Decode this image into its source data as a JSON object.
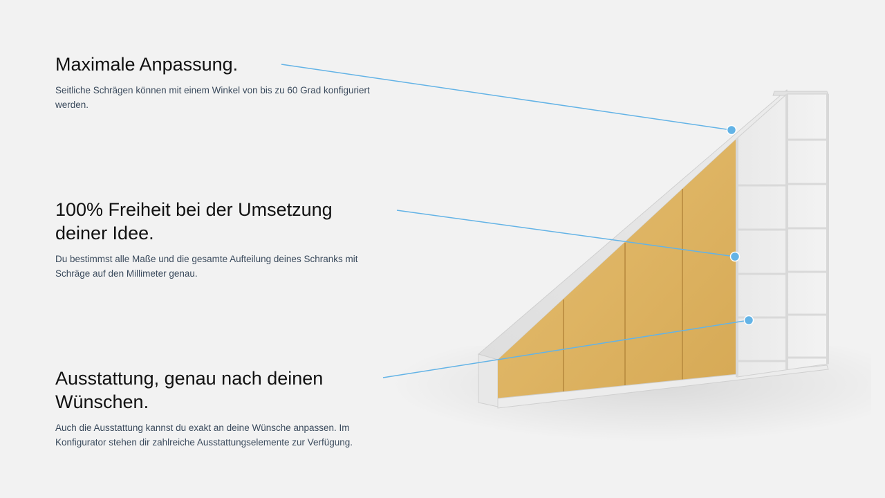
{
  "features": [
    {
      "title": "Maximale Anpassung.",
      "description": "Seitliche Schrägen können mit einem Winkel von bis zu 60 Grad konfiguriert werden."
    },
    {
      "title": "100% Freiheit bei der Umsetzung deiner Idee.",
      "description": "Du bestimmst alle Maße und die gesamte Aufteilung deines Schranks mit Schräge auf den Millimeter genau."
    },
    {
      "title": "Ausstattung, genau nach deinen Wünschen.",
      "description": "Auch die Ausstattung kannst du exakt an deine Wünsche anpassen. Im Konfigurator stehen dir zahlreiche Ausstattungselemente zur Verfügung."
    }
  ],
  "colors": {
    "background": "#f2f2f2",
    "callout_line": "#63b3e6",
    "callout_dot": "#63b3e6",
    "cabinet_frame": "#e4e4e4",
    "door_wood": "#e0b566",
    "title_text": "#111111",
    "description_text": "#3a4a5c"
  }
}
